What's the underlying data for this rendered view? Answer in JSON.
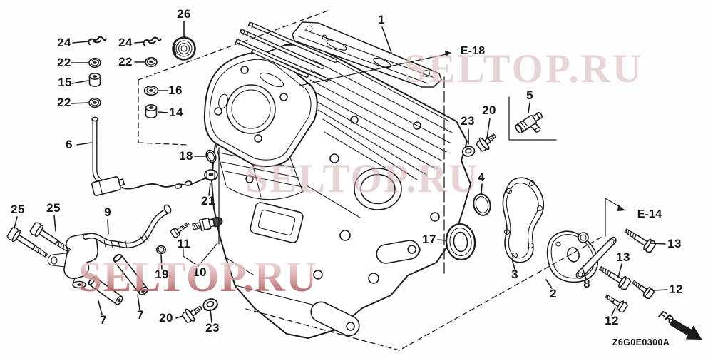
{
  "diagram": {
    "drawing_code": "Z6G0E0300A",
    "direction_label": "FR.",
    "watermark": {
      "text": "SELTOP.RU"
    },
    "refs": {
      "e18": "E-18",
      "e14": "E-14"
    },
    "colors": {
      "line": "#1c1c1c",
      "watermark_light": "#dcc0c0",
      "watermark_mid": "#cfa9a9",
      "watermark_dark": "#8e3538",
      "background": "#ffffff"
    },
    "callouts": [
      {
        "text": "26"
      },
      {
        "text": "24"
      },
      {
        "text": "24"
      },
      {
        "text": "22"
      },
      {
        "text": "22"
      },
      {
        "text": "15"
      },
      {
        "text": "22"
      },
      {
        "text": "16"
      },
      {
        "text": "14"
      },
      {
        "text": "6"
      },
      {
        "text": "18"
      },
      {
        "text": "1"
      },
      {
        "text": "5"
      },
      {
        "text": "20"
      },
      {
        "text": "23"
      },
      {
        "text": "4"
      },
      {
        "text": "17"
      },
      {
        "text": "3"
      },
      {
        "text": "2"
      },
      {
        "text": "8"
      },
      {
        "text": "13"
      },
      {
        "text": "13"
      },
      {
        "text": "12"
      },
      {
        "text": "12"
      },
      {
        "text": "25"
      },
      {
        "text": "25"
      },
      {
        "text": "9"
      },
      {
        "text": "21"
      },
      {
        "text": "11"
      },
      {
        "text": "10"
      },
      {
        "text": "19"
      },
      {
        "text": "7"
      },
      {
        "text": "7"
      },
      {
        "text": "20"
      },
      {
        "text": "23"
      }
    ]
  }
}
